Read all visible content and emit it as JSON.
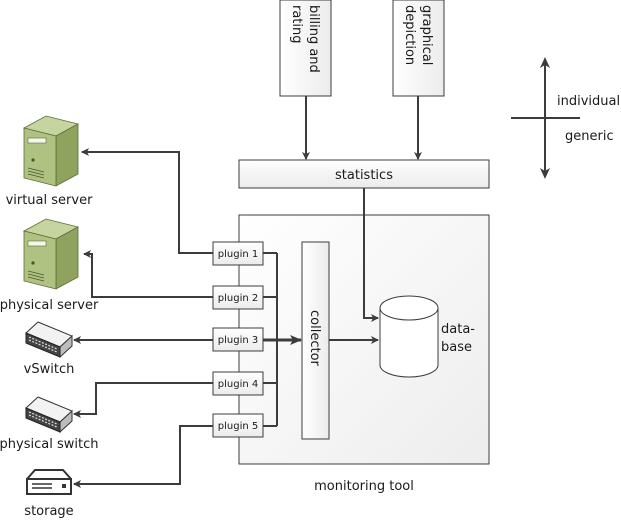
{
  "diagram": {
    "top_boxes": [
      {
        "id": "billing",
        "lines": [
          "billing and",
          "rating"
        ]
      },
      {
        "id": "graphical",
        "lines": [
          "graphical",
          "depiction"
        ]
      }
    ],
    "statistics": {
      "label": "statistics"
    },
    "monitoring_tool": {
      "label": "monitoring tool"
    },
    "collector": {
      "label": "collector"
    },
    "database": {
      "lines": [
        "data-",
        "base"
      ]
    },
    "plugins": [
      {
        "label": "plugin 1"
      },
      {
        "label": "plugin 2"
      },
      {
        "label": "plugin 3"
      },
      {
        "label": "plugin 4"
      },
      {
        "label": "plugin 5"
      }
    ],
    "devices": [
      {
        "label": "virtual server",
        "icon": "server-icon"
      },
      {
        "label": "physical server",
        "icon": "server-icon"
      },
      {
        "label": "vSwitch",
        "icon": "switch-icon"
      },
      {
        "label": "physical switch",
        "icon": "switch-icon"
      },
      {
        "label": "storage",
        "icon": "storage-icon"
      }
    ],
    "axis_legend": {
      "top": "individual",
      "bottom": "generic"
    },
    "colors": {
      "line": "#3c3c3c",
      "box_fill": "#f2f2f2",
      "server_green": "#a7bb7a",
      "server_dark": "#7f9551"
    }
  }
}
